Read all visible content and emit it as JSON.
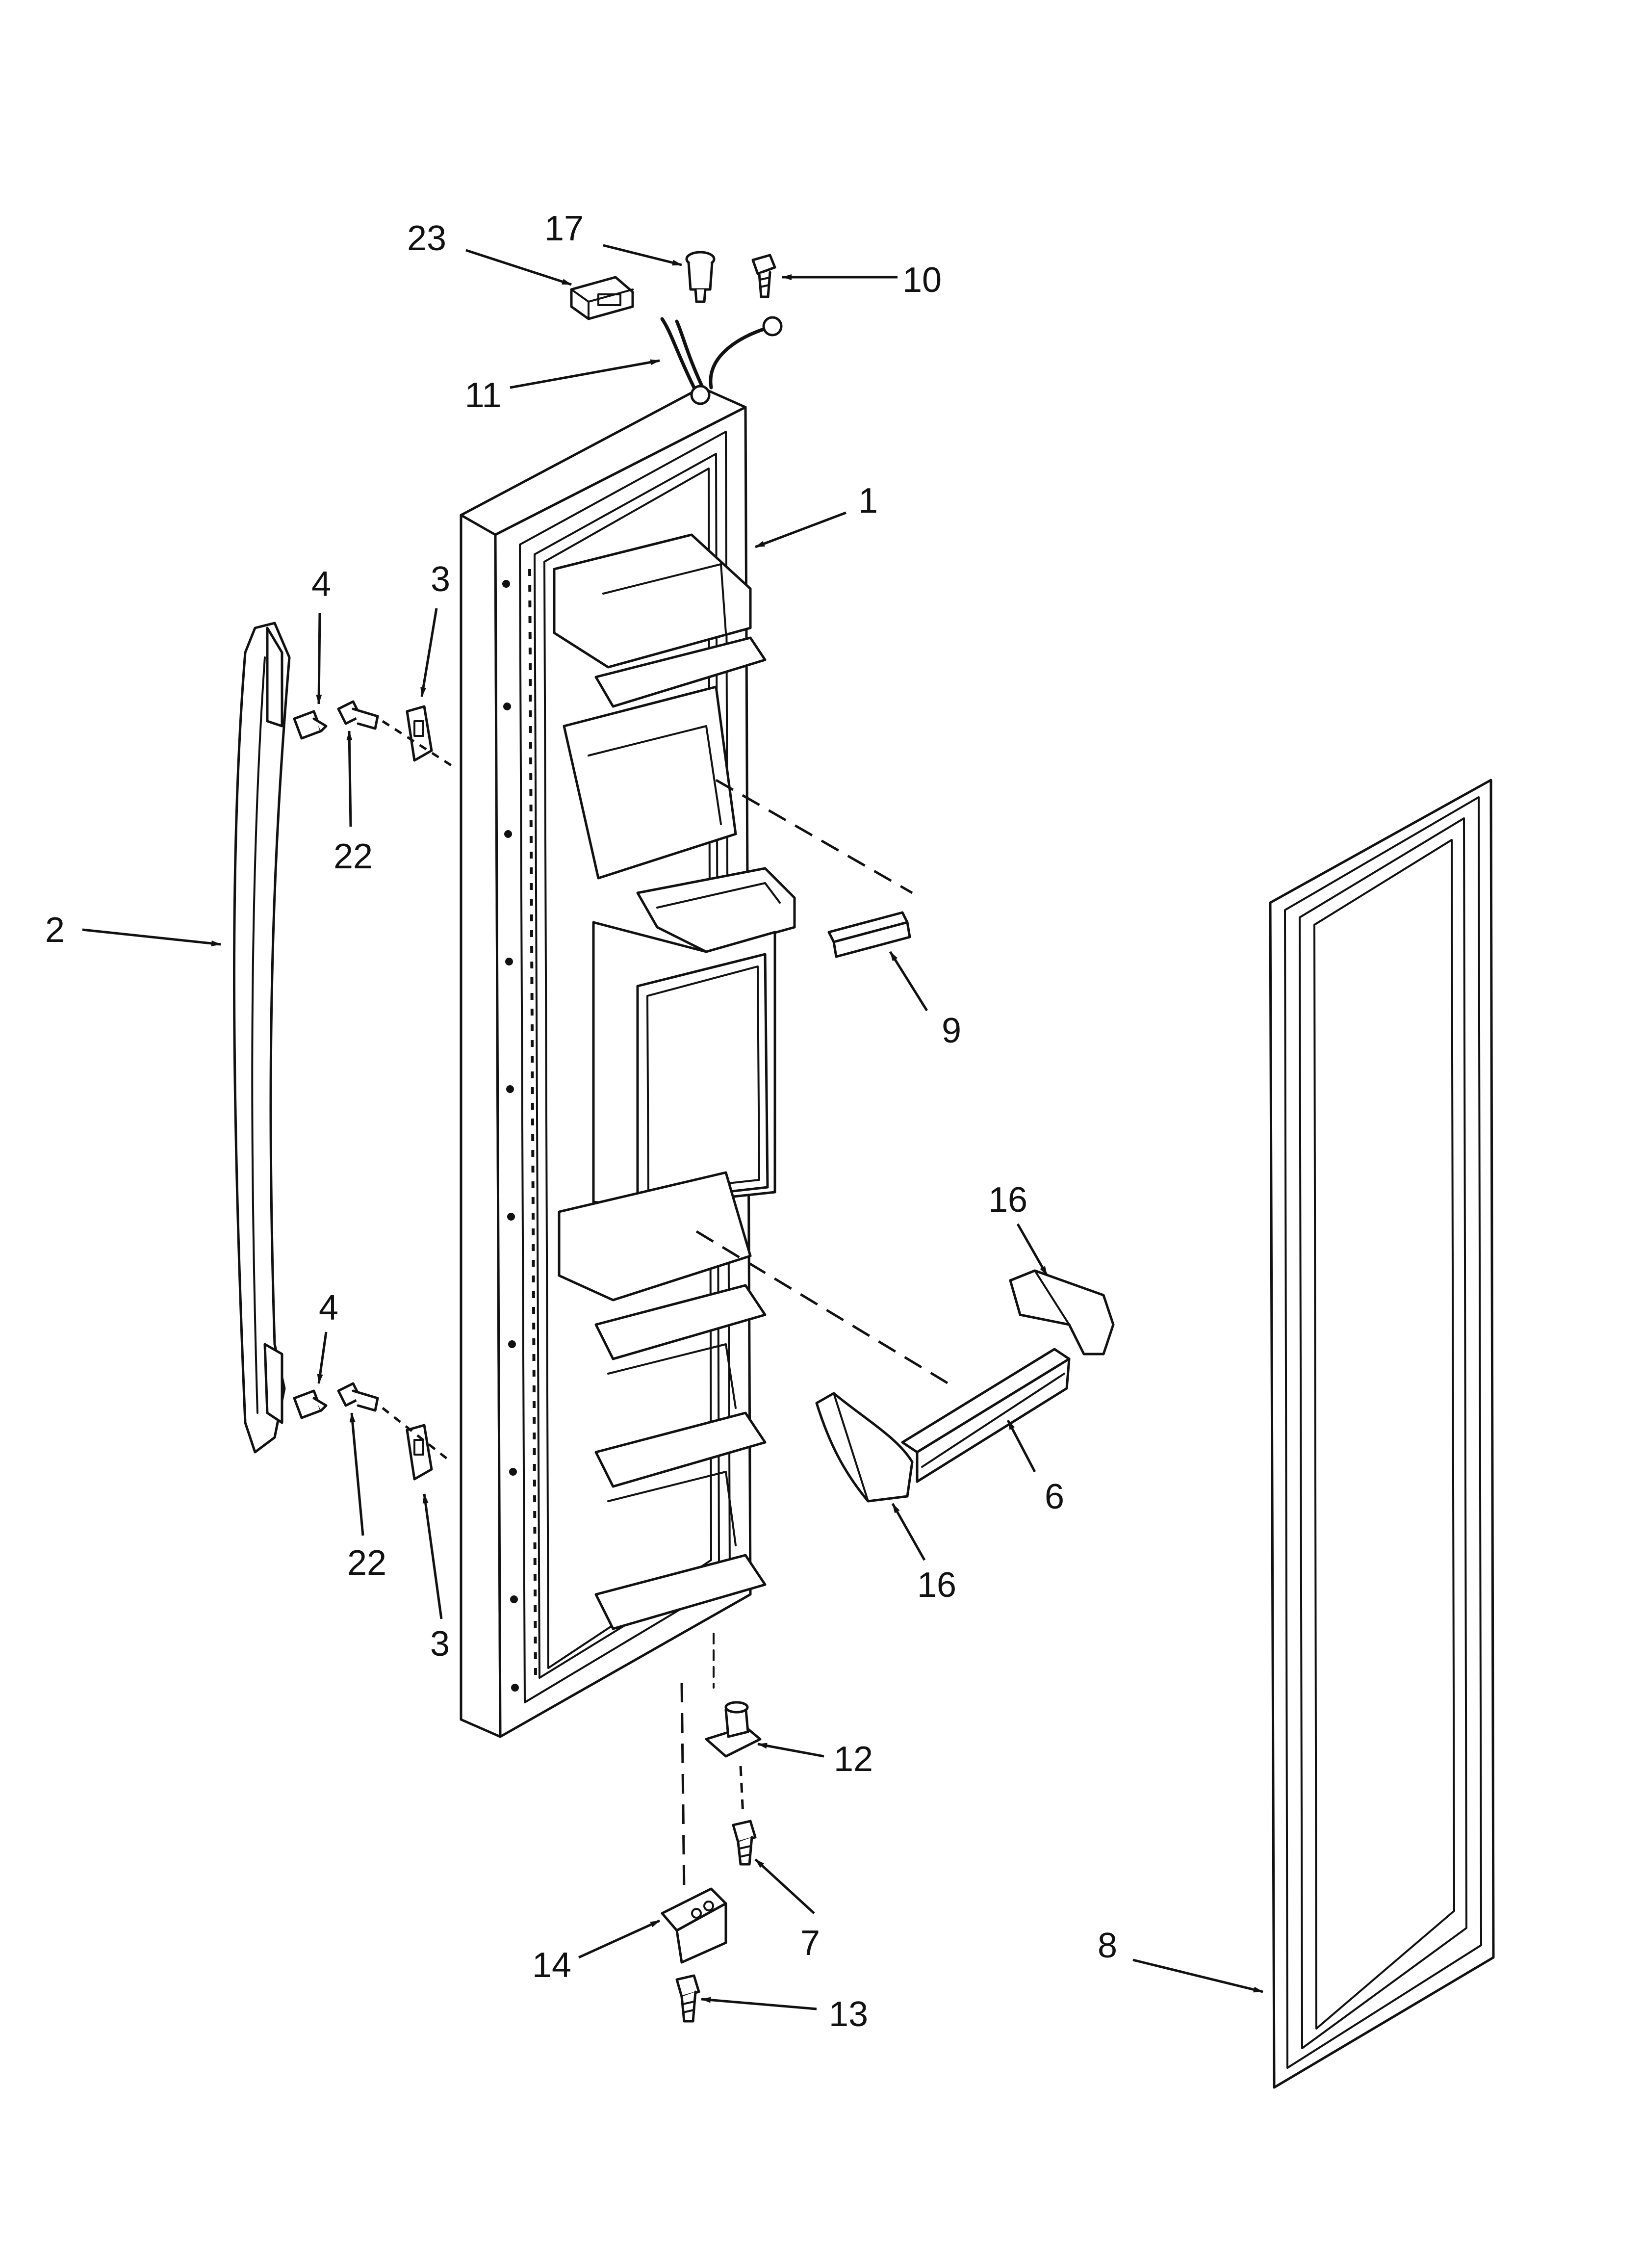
{
  "diagram": {
    "kind": "exploded parts view",
    "callouts": [
      {
        "id": "c23",
        "label": "23"
      },
      {
        "id": "c17",
        "label": "17"
      },
      {
        "id": "c10",
        "label": "10"
      },
      {
        "id": "c11",
        "label": "11"
      },
      {
        "id": "c1",
        "label": "1"
      },
      {
        "id": "c4a",
        "label": "4"
      },
      {
        "id": "c3a",
        "label": "3"
      },
      {
        "id": "c22a",
        "label": "22"
      },
      {
        "id": "c2",
        "label": "2"
      },
      {
        "id": "c9",
        "label": "9"
      },
      {
        "id": "c16a",
        "label": "16"
      },
      {
        "id": "c4b",
        "label": "4"
      },
      {
        "id": "c6",
        "label": "6"
      },
      {
        "id": "c16b",
        "label": "16"
      },
      {
        "id": "c22b",
        "label": "22"
      },
      {
        "id": "c3b",
        "label": "3"
      },
      {
        "id": "c12",
        "label": "12"
      },
      {
        "id": "c7",
        "label": "7"
      },
      {
        "id": "c14",
        "label": "14"
      },
      {
        "id": "c13",
        "label": "13"
      },
      {
        "id": "c8",
        "label": "8"
      }
    ]
  },
  "colors": {
    "line": "#111111",
    "background": "#ffffff",
    "shade": "#d9d9d9"
  }
}
